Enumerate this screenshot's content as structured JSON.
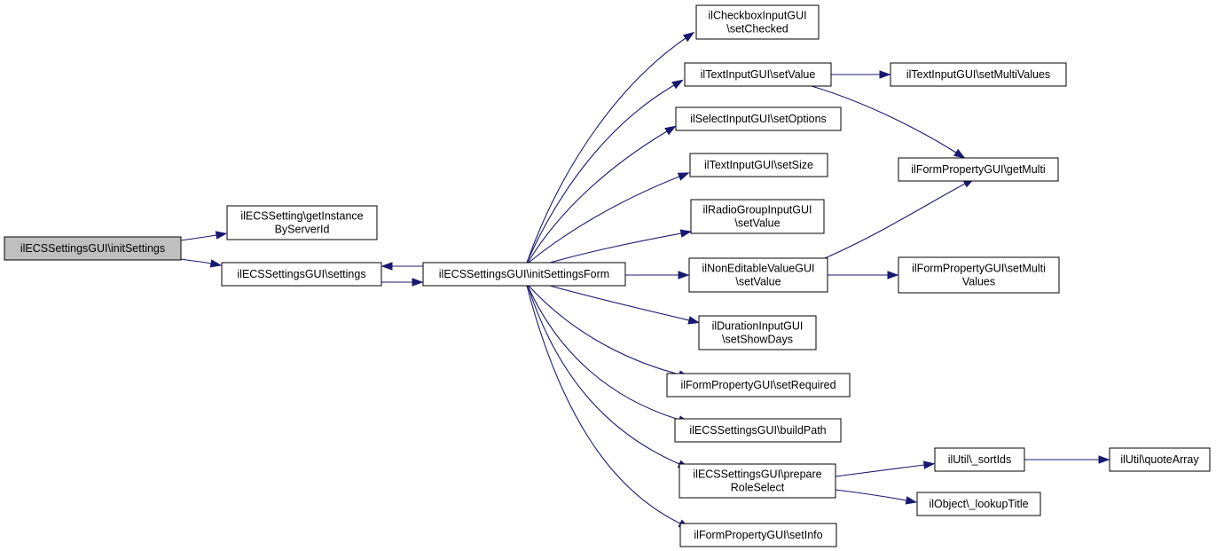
{
  "diagram": {
    "colors": {
      "edge": "#191970",
      "node_border": "#000000",
      "root_fill": "#bfbfbf",
      "node_fill": "#ffffff"
    },
    "nodes": [
      {
        "id": "initSettings",
        "lines": [
          "ilECSSettingsGUI\\initSettings"
        ],
        "root": true
      },
      {
        "id": "getInstance",
        "lines": [
          "ilECSSetting\\getInstance",
          "ByServerId"
        ]
      },
      {
        "id": "settings",
        "lines": [
          "ilECSSettingsGUI\\settings"
        ]
      },
      {
        "id": "initSettingsForm",
        "lines": [
          "ilECSSettingsGUI\\initSettingsForm"
        ]
      },
      {
        "id": "setChecked",
        "lines": [
          "ilCheckboxInputGUI",
          "\\setChecked"
        ]
      },
      {
        "id": "textSetValue",
        "lines": [
          "ilTextInputGUI\\setValue"
        ]
      },
      {
        "id": "setOptions",
        "lines": [
          "ilSelectInputGUI\\setOptions"
        ]
      },
      {
        "id": "setSize",
        "lines": [
          "ilTextInputGUI\\setSize"
        ]
      },
      {
        "id": "radioSetValue",
        "lines": [
          "ilRadioGroupInputGUI",
          "\\setValue"
        ]
      },
      {
        "id": "nonEditSetValue",
        "lines": [
          "ilNonEditableValueGUI",
          "\\setValue"
        ]
      },
      {
        "id": "setShowDays",
        "lines": [
          "ilDurationInputGUI",
          "\\setShowDays"
        ]
      },
      {
        "id": "setRequired",
        "lines": [
          "ilFormPropertyGUI\\setRequired"
        ]
      },
      {
        "id": "buildPath",
        "lines": [
          "ilECSSettingsGUI\\buildPath"
        ]
      },
      {
        "id": "prepareRoleSelect",
        "lines": [
          "ilECSSettingsGUI\\prepare",
          "RoleSelect"
        ]
      },
      {
        "id": "setInfo",
        "lines": [
          "ilFormPropertyGUI\\setInfo"
        ]
      },
      {
        "id": "textSetMultiValues",
        "lines": [
          "ilTextInputGUI\\setMultiValues"
        ]
      },
      {
        "id": "getMulti",
        "lines": [
          "ilFormPropertyGUI\\getMulti"
        ]
      },
      {
        "id": "formSetMultiValues",
        "lines": [
          "ilFormPropertyGUI\\setMulti",
          "Values"
        ]
      },
      {
        "id": "sortIds",
        "lines": [
          "ilUtil\\_sortIds"
        ]
      },
      {
        "id": "lookupTitle",
        "lines": [
          "ilObject\\_lookupTitle"
        ]
      },
      {
        "id": "quoteArray",
        "lines": [
          "ilUtil\\quoteArray"
        ]
      }
    ],
    "edges": [
      {
        "from": "initSettings",
        "to": "getInstance"
      },
      {
        "from": "initSettings",
        "to": "settings"
      },
      {
        "from": "settings",
        "to": "initSettingsForm"
      },
      {
        "from": "initSettingsForm",
        "to": "settings"
      },
      {
        "from": "initSettingsForm",
        "to": "setChecked"
      },
      {
        "from": "initSettingsForm",
        "to": "textSetValue"
      },
      {
        "from": "initSettingsForm",
        "to": "setOptions"
      },
      {
        "from": "initSettingsForm",
        "to": "setSize"
      },
      {
        "from": "initSettingsForm",
        "to": "radioSetValue"
      },
      {
        "from": "initSettingsForm",
        "to": "nonEditSetValue"
      },
      {
        "from": "initSettingsForm",
        "to": "setShowDays"
      },
      {
        "from": "initSettingsForm",
        "to": "setRequired"
      },
      {
        "from": "initSettingsForm",
        "to": "buildPath"
      },
      {
        "from": "initSettingsForm",
        "to": "prepareRoleSelect"
      },
      {
        "from": "initSettingsForm",
        "to": "setInfo"
      },
      {
        "from": "textSetValue",
        "to": "textSetMultiValues"
      },
      {
        "from": "textSetValue",
        "to": "getMulti"
      },
      {
        "from": "nonEditSetValue",
        "to": "getMulti"
      },
      {
        "from": "nonEditSetValue",
        "to": "formSetMultiValues"
      },
      {
        "from": "prepareRoleSelect",
        "to": "sortIds"
      },
      {
        "from": "prepareRoleSelect",
        "to": "lookupTitle"
      },
      {
        "from": "sortIds",
        "to": "quoteArray"
      }
    ]
  }
}
